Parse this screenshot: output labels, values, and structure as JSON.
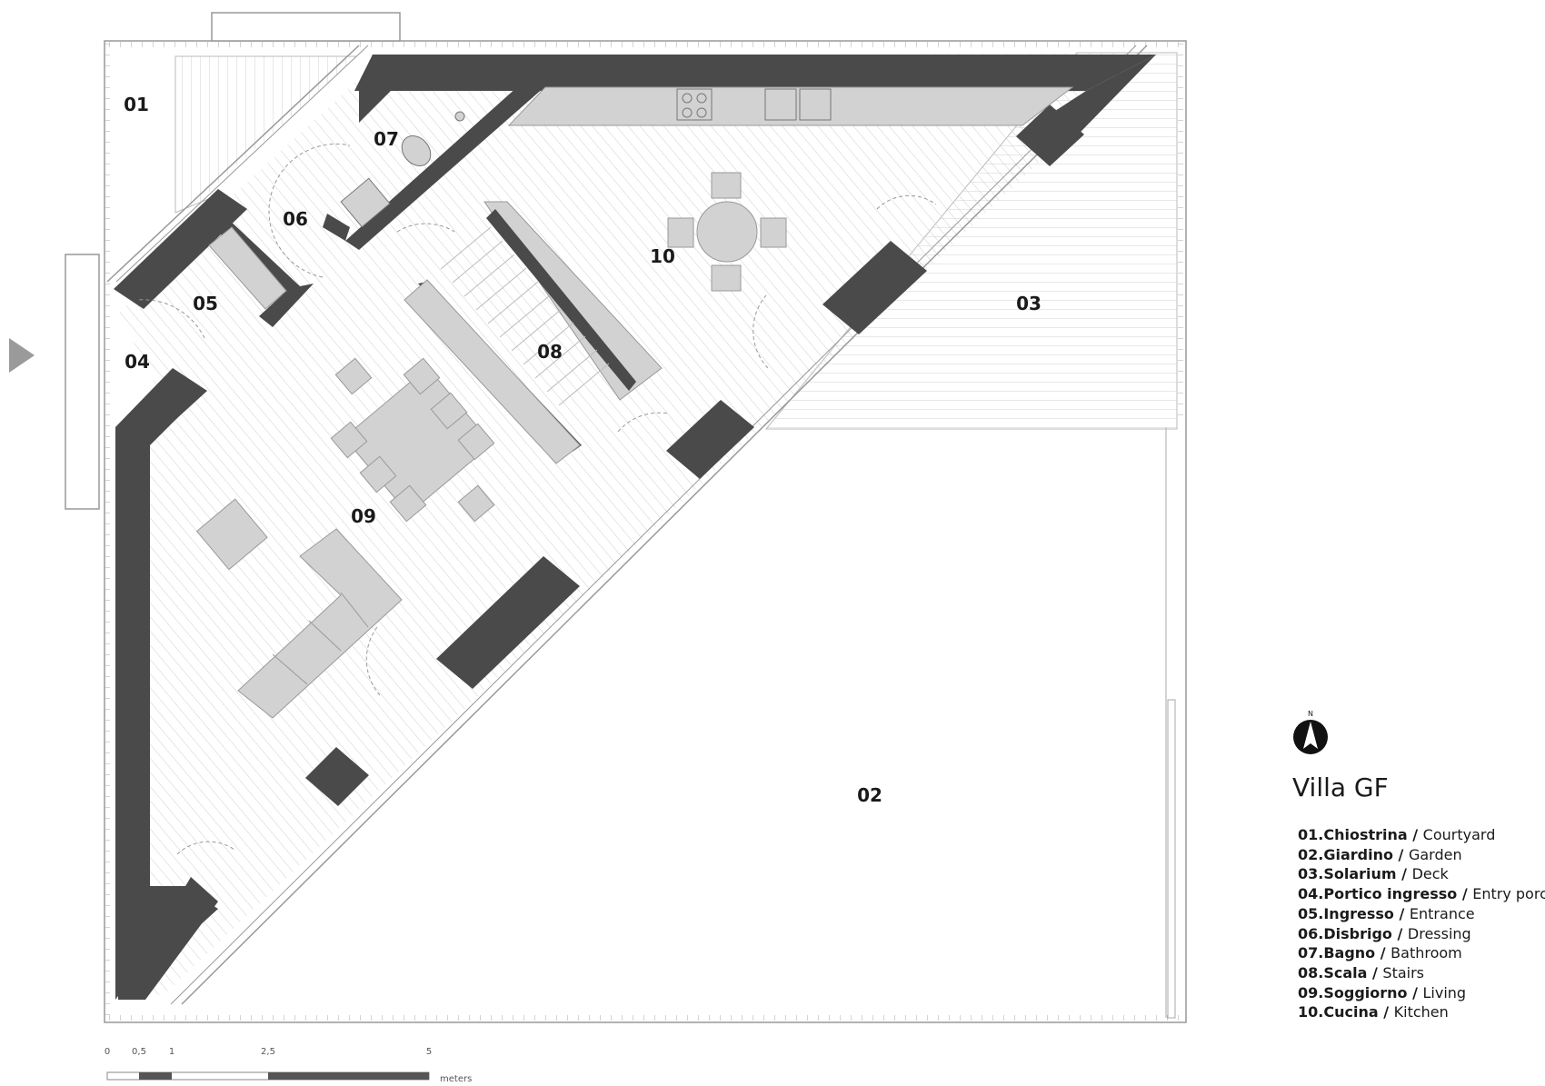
{
  "title": "Villa GF",
  "north_label": "N",
  "rooms": [
    {
      "id": "01",
      "name": "Chiostrina",
      "translation": "Courtyard"
    },
    {
      "id": "02",
      "name": "Giardino",
      "translation": "Garden"
    },
    {
      "id": "03",
      "name": "Solarium",
      "translation": "Deck"
    },
    {
      "id": "04",
      "name": "Portico ingresso",
      "translation": "Entry porch"
    },
    {
      "id": "05",
      "name": "Ingresso",
      "translation": "Entrance"
    },
    {
      "id": "06",
      "name": "Disbrigo",
      "translation": "Dressing"
    },
    {
      "id": "07",
      "name": "Bagno",
      "translation": "Bathroom"
    },
    {
      "id": "08",
      "name": "Scala",
      "translation": "Stairs"
    },
    {
      "id": "09",
      "name": "Soggiorno",
      "translation": "Living"
    },
    {
      "id": "10",
      "name": "Cucina",
      "translation": "Kitchen"
    }
  ],
  "scale_bar": {
    "ticks": [
      "0",
      "0,5",
      "1",
      "2,5",
      "5"
    ],
    "unit": "meters"
  },
  "colors": {
    "wall": "#4a4a4a",
    "furniture": "#d2d2d2",
    "floor_hatch": "#c8c8c8",
    "line": "#999999"
  }
}
